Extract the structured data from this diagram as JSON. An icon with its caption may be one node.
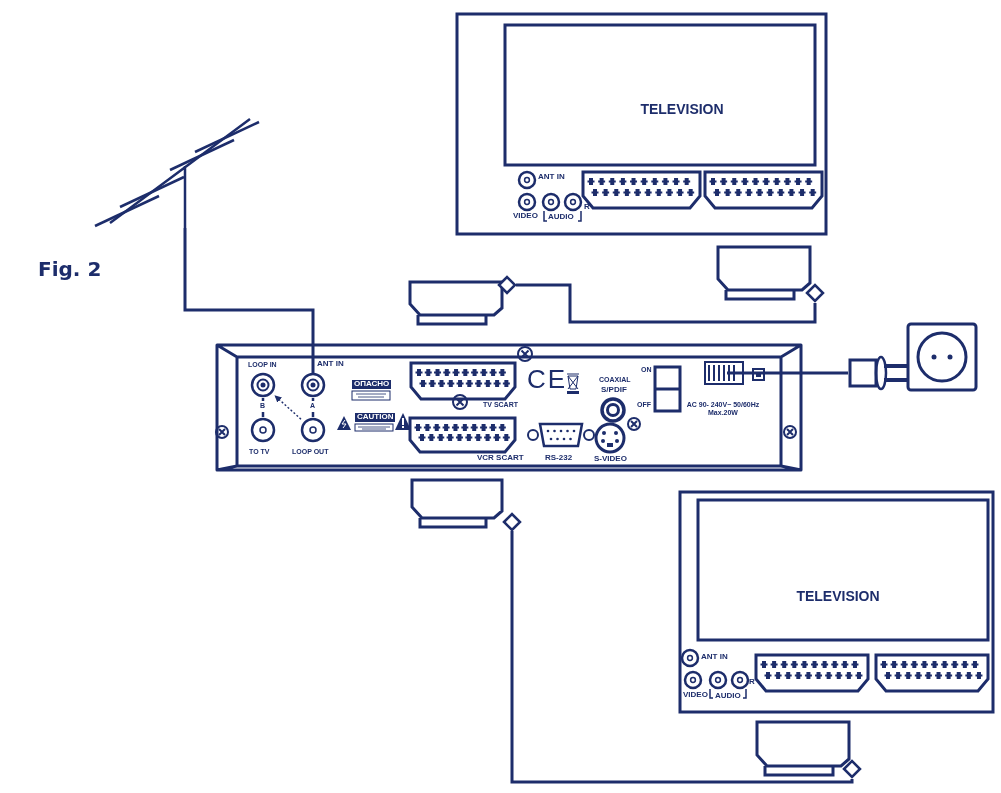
{
  "diagram": {
    "nodes": [
      {
        "text": [],
        "shape": "antenna"
      },
      {
        "text": [
          "TELEVISION"
        ]
      },
      {
        "text": [],
        "shape": "plug"
      },
      {
        "text": [],
        "shape": "plug"
      },
      {
        "text": [],
        "shape": "box"
      },
      {
        "text": [],
        "shape": "circle",
        "in": 4,
        "beside": [
          "ANT IN"
        ]
      },
      {
        "text": [],
        "shape": "plug"
      },
      {
        "text": [],
        "shape": "socket"
      },
      {
        "text": [],
        "shape": "plug"
      },
      {
        "text": [
          "TELEVISION"
        ]
      },
      {
        "text": [],
        "shape": "plug"
      },
      {
        "text": [],
        "shape": "circle",
        "in": 4
      },
      {
        "text": [],
        "shape": "connector",
        "in": 4
      },
      {
        "text": [],
        "shape": "circle",
        "in": 4
      },
      {
        "text": [],
        "shape": "circle",
        "in": 4
      },
      {
        "text": [],
        "shape": "circle",
        "in": 4
      }
    ],
    "edges": [
      {
        "from": 0,
        "to": 5,
        "arrow": "none"
      },
      {
        "from": 3,
        "to": 2,
        "arrow": "none"
      },
      {
        "from": 4,
        "to": 6,
        "arrow": "none"
      },
      {
        "from": 8,
        "to": 10,
        "arrow": "none"
      },
      {
        "from": 15,
        "to": 11,
        "arrow": "to",
        "style": "dashed"
      }
    ],
    "labels": [
      "Fig. 2",
      "ANT IN",
      "VIDEO",
      "AUDIO",
      "R",
      "LOOP IN",
      "ОПАСНО",
      "CE",
      "COAXIAL",
      "S/PDIF",
      "ON",
      "B",
      "A",
      "TV SCART",
      "CAUTION",
      "OFF",
      "AC 90- 240V~ 50/60Hz Max.20W",
      "TO TV",
      "LOOP OUT",
      "VCR SCART",
      "RS-232",
      "S-VIDEO",
      "ANT IN",
      "VIDEO",
      "AUDIO",
      "R"
    ]
  }
}
